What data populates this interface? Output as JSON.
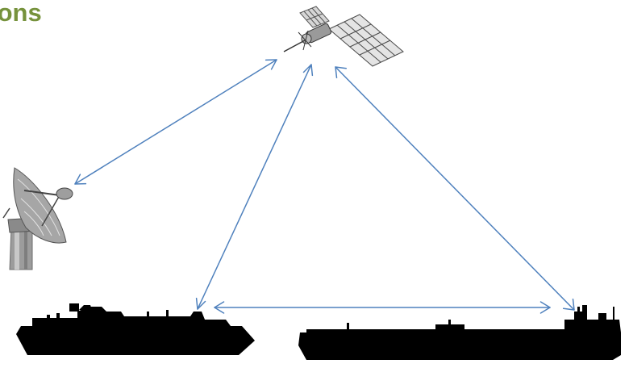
{
  "slide": {
    "title": "ions",
    "title_color": "#76923c"
  },
  "diagram": {
    "nodes": [
      {
        "id": "satellite",
        "icon": "satellite-icon"
      },
      {
        "id": "ground-station",
        "icon": "satellite-dish-icon"
      },
      {
        "id": "cruise-ship",
        "icon": "cruise-ship-icon"
      },
      {
        "id": "tanker-ship",
        "icon": "tanker-ship-icon"
      }
    ],
    "links": [
      {
        "from": "satellite",
        "to": "ground-station",
        "direction": "bidirectional"
      },
      {
        "from": "satellite",
        "to": "cruise-ship",
        "direction": "bidirectional"
      },
      {
        "from": "satellite",
        "to": "tanker-ship",
        "direction": "bidirectional"
      },
      {
        "from": "cruise-ship",
        "to": "tanker-ship",
        "direction": "bidirectional"
      }
    ],
    "link_color": "#4f81bd",
    "silhouette_color": "#000000"
  }
}
